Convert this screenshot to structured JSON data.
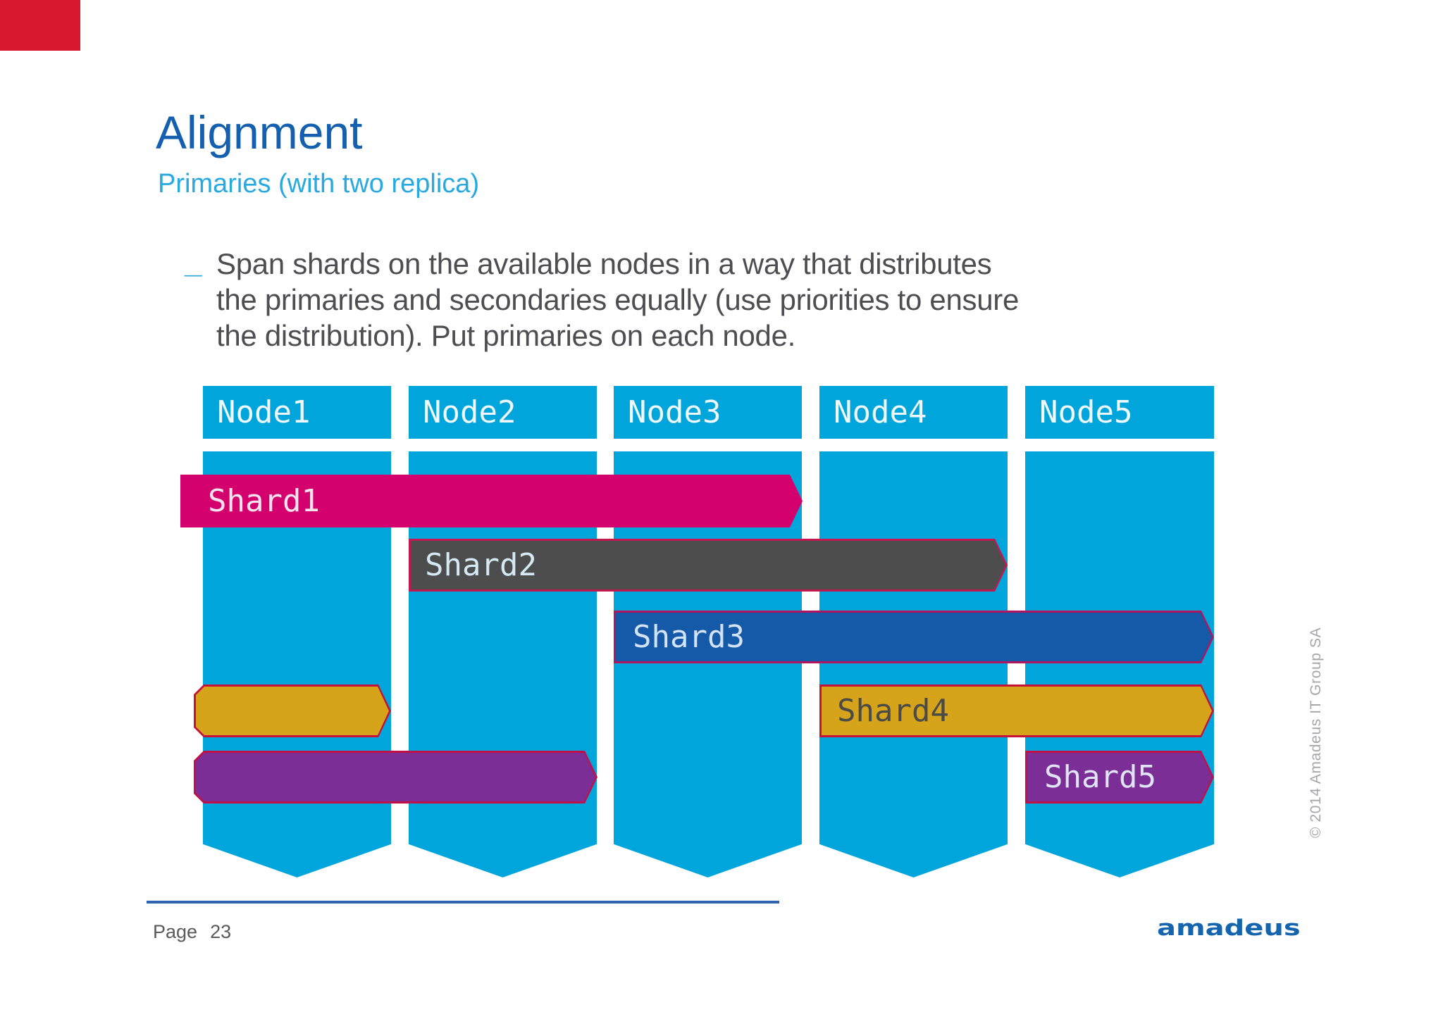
{
  "slide": {
    "title": "Alignment",
    "subtitle": "Primaries (with two replica)",
    "bullet_marker": "_",
    "bullet_lines": [
      "Span shards on the available nodes in a way that distributes",
      "the primaries and secondaries equally (use priorities to ensure",
      "the distribution). Put primaries on each node."
    ]
  },
  "diagram": {
    "nodes": [
      {
        "label": "Node1"
      },
      {
        "label": "Node2"
      },
      {
        "label": "Node3"
      },
      {
        "label": "Node4"
      },
      {
        "label": "Node5"
      }
    ],
    "shards": [
      {
        "label": "Shard1",
        "fill": "#d4006d",
        "border": "#d4006d",
        "text_color": "#f5e2ec",
        "spans_nodes": "Node1-Node3"
      },
      {
        "label": "Shard2",
        "fill": "#4d4d4d",
        "border": "#c2174f",
        "text_color": "#d5e9f5",
        "spans_nodes": "Node2-Node4"
      },
      {
        "label": "Shard3",
        "fill": "#155aa9",
        "border": "#b0155f",
        "text_color": "#d3e2f6",
        "spans_nodes": "Node3-Node5"
      },
      {
        "label": "Shard4",
        "fill": "#d6a41a",
        "border": "#c41238",
        "text_color": "#4a4a46",
        "spans_nodes": "Node4-Node5 wrap Node1"
      },
      {
        "label": "Shard5",
        "fill": "#7c2e97",
        "border": "#c11048",
        "text_color": "#dfe4f8",
        "spans_nodes": "Node5 wrap Node1-Node2"
      }
    ]
  },
  "footer": {
    "page_label": "Page",
    "page_number": "23",
    "copyright": "© 2014 Amadeus IT Group SA",
    "logo_text": "amadeus"
  },
  "colors": {
    "accent_red": "#d7182e",
    "column_cyan": "#00a6db",
    "title_blue": "#1460ae",
    "subtitle_cyan": "#28a9e0",
    "body_gray": "#4e4e52",
    "footer_line_blue": "#2e63ae",
    "logo_blue": "#1464ae"
  }
}
